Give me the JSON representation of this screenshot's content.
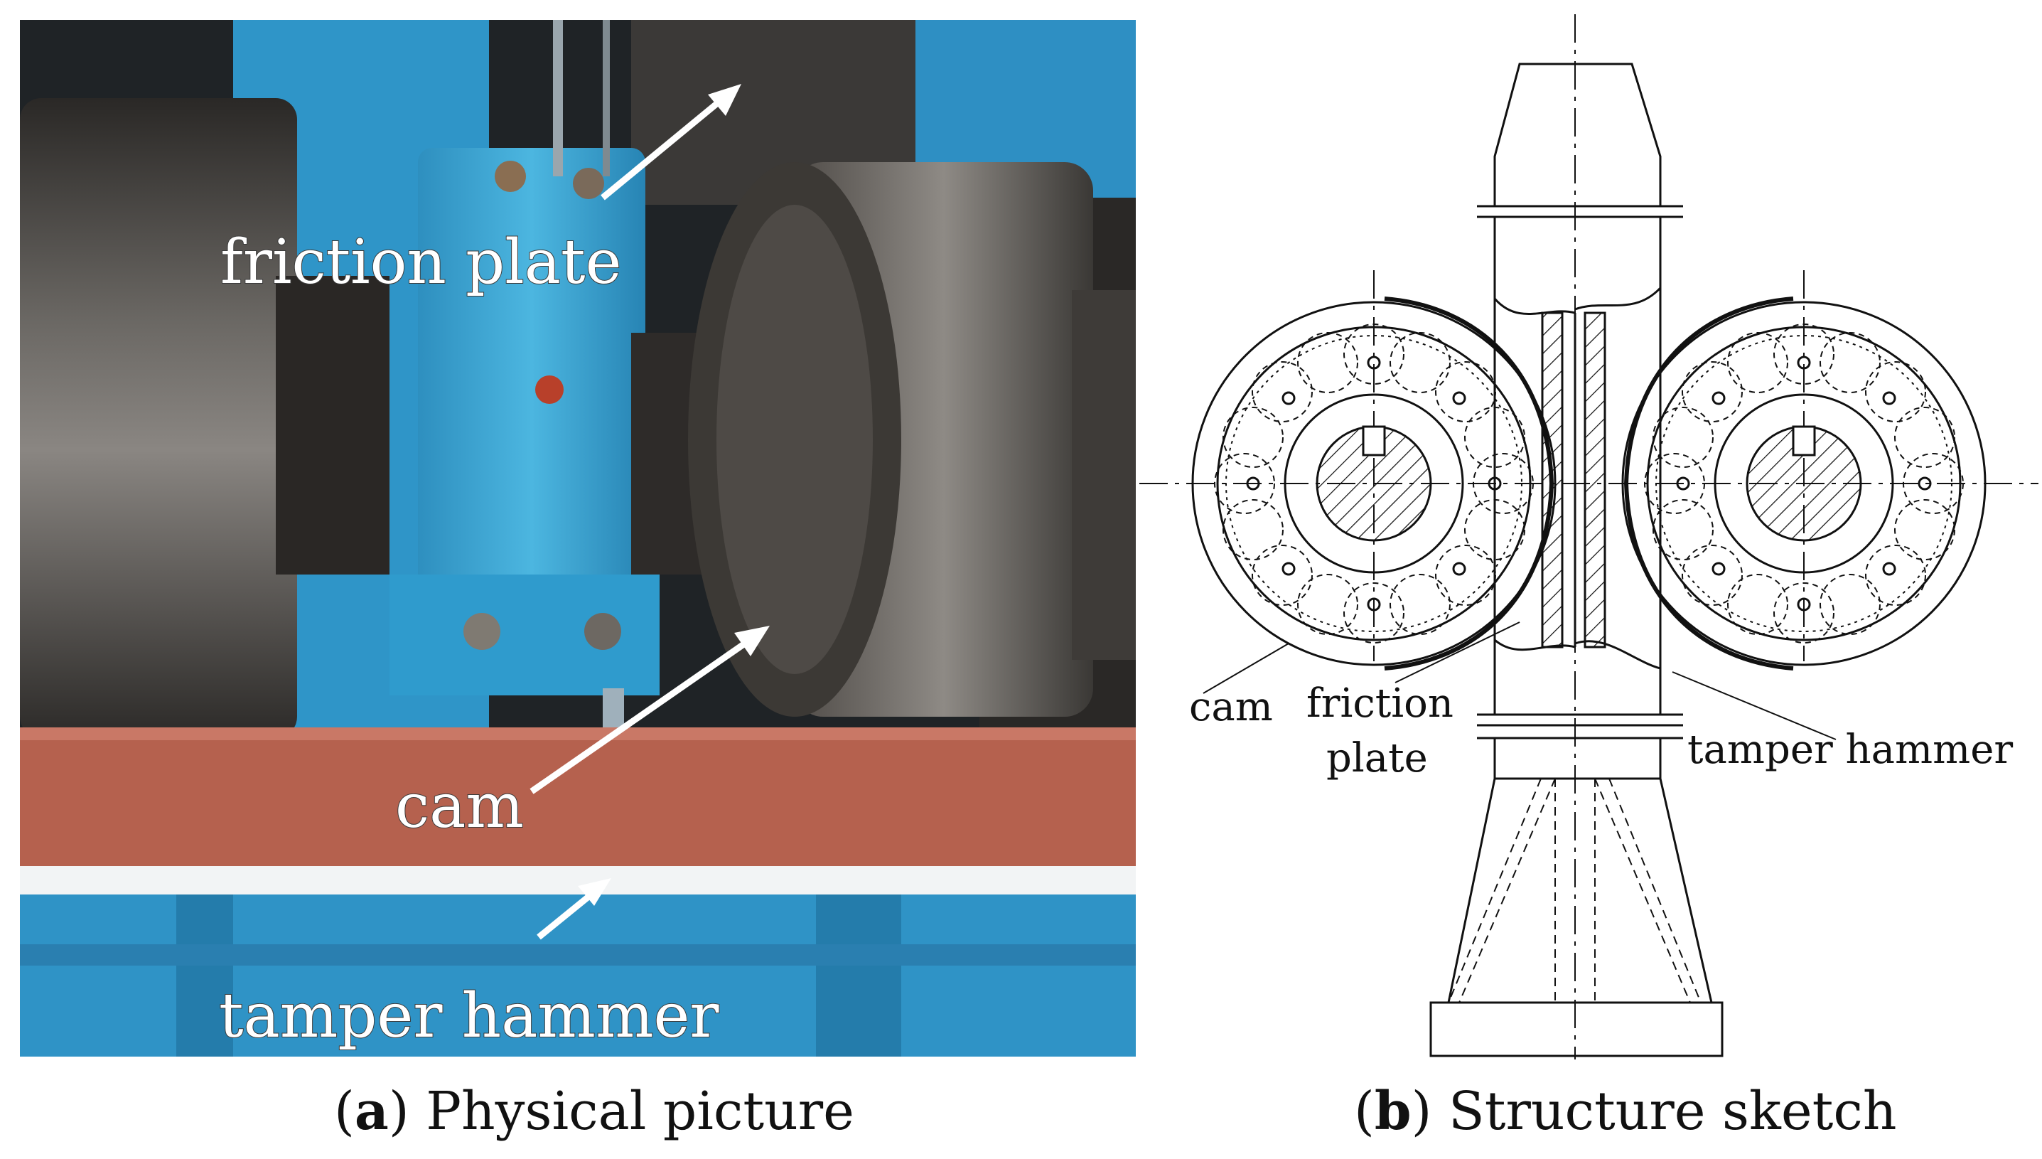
{
  "panel_a": {
    "labels": {
      "friction_plate": "friction plate",
      "cam": "cam",
      "tamper_hammer": "tamper hammer"
    },
    "caption": {
      "letter": "a",
      "text": "Physical picture"
    }
  },
  "panel_b": {
    "labels": {
      "cam": "cam",
      "friction_line1": "friction",
      "friction_line2": "plate",
      "tamper_hammer": "tamper hammer"
    },
    "caption": {
      "letter": "b",
      "text": "Structure sketch"
    }
  },
  "colors": {
    "machine_blue": "#3aa6d4",
    "steel": "#4a4846",
    "rust_bar": "#b5614e",
    "line": "#111111"
  }
}
